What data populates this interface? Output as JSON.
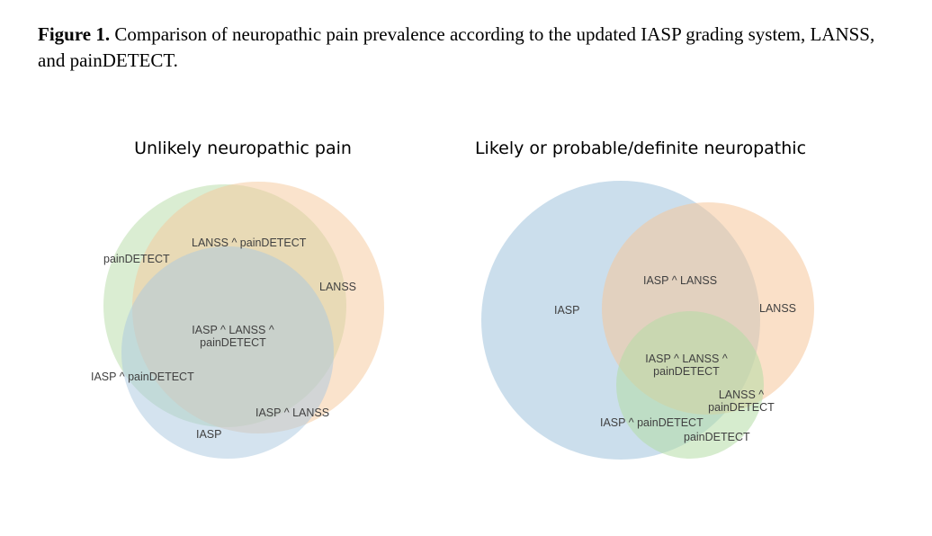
{
  "caption": {
    "label": "Figure 1.",
    "text": " Comparison of neuropathic pain prevalence according to the updated IASP grading system, LANSS, and painDETECT."
  },
  "colors": {
    "iasp": "#a9c8e0",
    "lanss": "#f6c79a",
    "paindetect": "#b5dca6",
    "iasp_text": "#4a7fb8",
    "lanss_text": "#e07b2a",
    "paindetect_text": "#5aa63c",
    "intersection_text": "#404040"
  },
  "panels": [
    {
      "title": "Unlikely neuropathic pain",
      "sets": [
        {
          "name": "painDETECT"
        },
        {
          "name": "LANSS"
        },
        {
          "name": "IASP"
        }
      ],
      "regions": [
        {
          "text": "LANSS ^ painDETECT"
        },
        {
          "lines": [
            "IASP ^ LANSS ^",
            "painDETECT"
          ]
        },
        {
          "text": "IASP ^ painDETECT"
        },
        {
          "text": "IASP ^ LANSS"
        }
      ]
    },
    {
      "title": "Likely or probable/definite neuropathic",
      "sets": [
        {
          "name": "IASP"
        },
        {
          "name": "LANSS"
        },
        {
          "name": "painDETECT"
        }
      ],
      "regions": [
        {
          "text": "IASP ^ LANSS"
        },
        {
          "lines": [
            "IASP ^ LANSS ^",
            "painDETECT"
          ]
        },
        {
          "lines": [
            "LANSS ^",
            "painDETECT"
          ]
        },
        {
          "text": "IASP ^ painDETECT"
        }
      ]
    }
  ]
}
